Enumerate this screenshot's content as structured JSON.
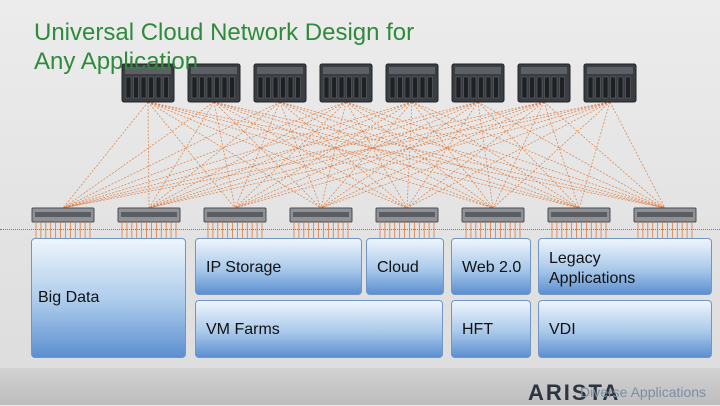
{
  "slide": {
    "title_line1": "Universal Cloud Network Design for",
    "title_line2": "Any Application",
    "footer_text": "Diverse Applications",
    "logo_text": "ARISTA"
  },
  "topology": {
    "spine_count": 8,
    "leaf_count": 8,
    "link_color": "#e07a3a",
    "leaf_port_color": "#e07a3a"
  },
  "workloads": {
    "big_data": "Big Data",
    "ip_storage": "IP Storage",
    "cloud": "Cloud",
    "web20": "Web 2.0",
    "legacy_line1": "Legacy",
    "legacy_line2": "Applications",
    "vm_farms": "VM Farms",
    "hft": "HFT",
    "vdi": "VDI"
  },
  "colors": {
    "title": "#2f8a3c",
    "block_top": "#eef5fc",
    "block_bottom": "#5c8fd0"
  }
}
